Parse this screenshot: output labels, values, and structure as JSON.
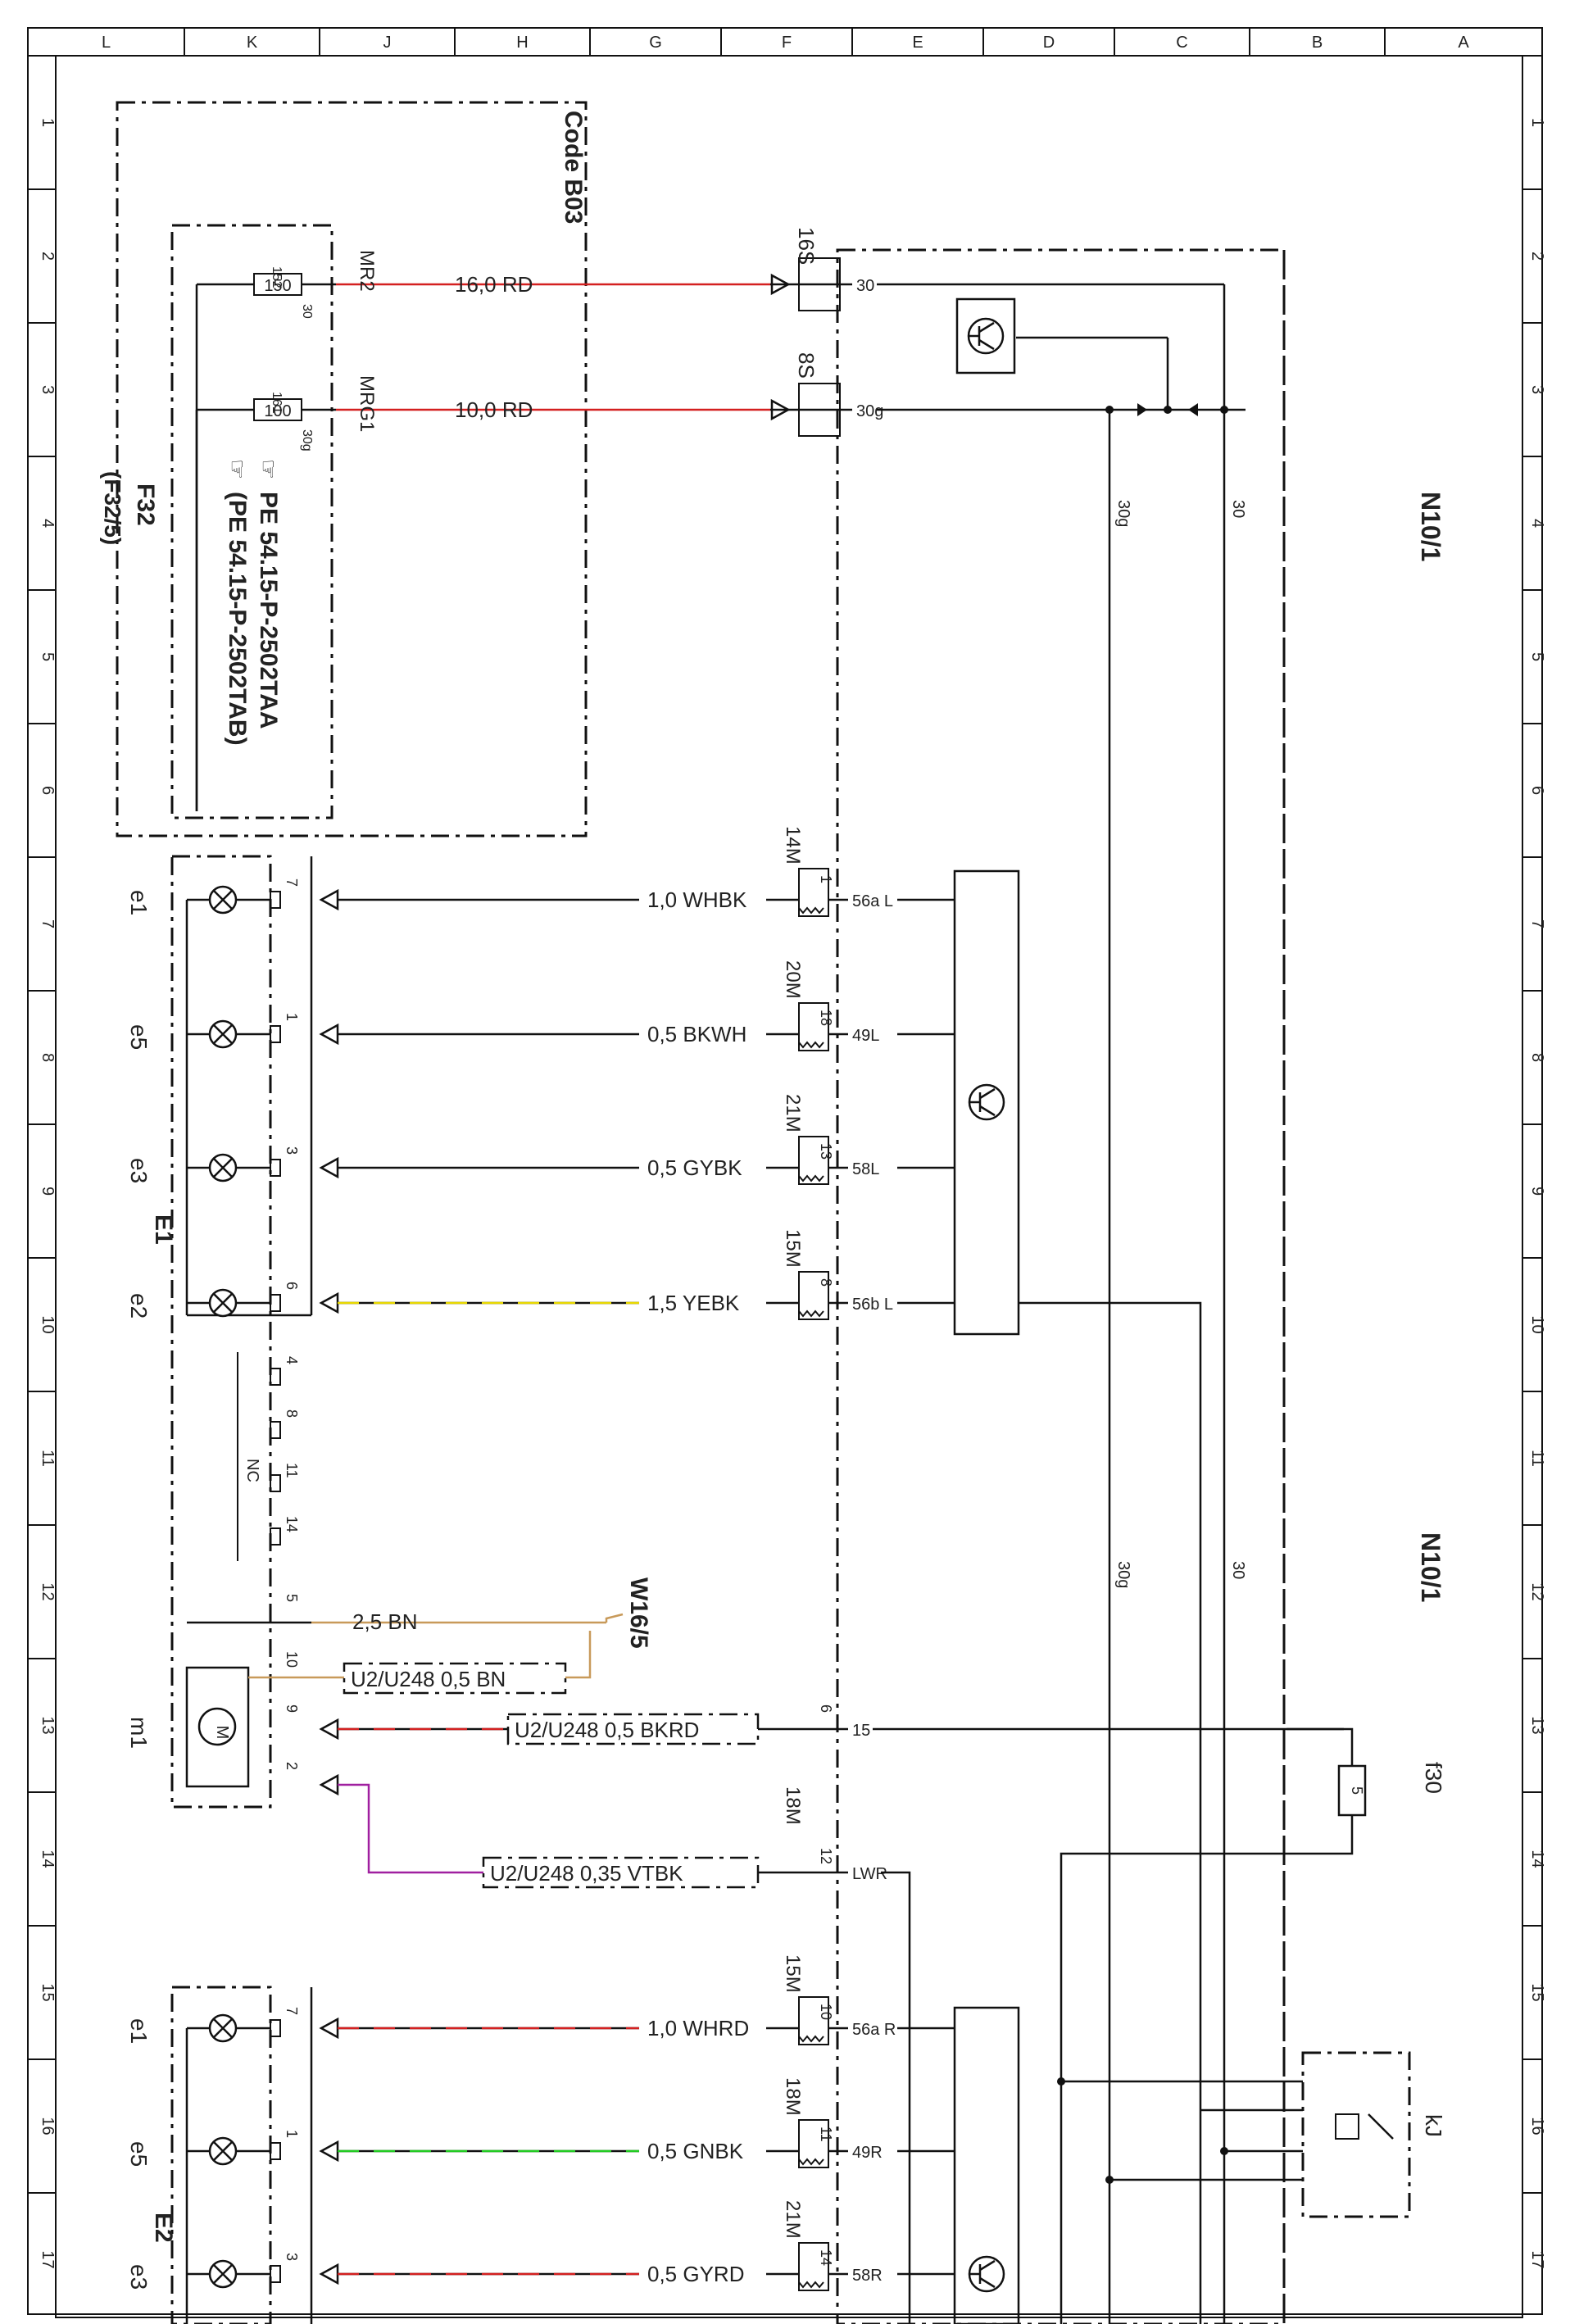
{
  "columns": [
    "L",
    "K",
    "J",
    "H",
    "G",
    "F",
    "E",
    "D",
    "C",
    "B",
    "A"
  ],
  "rows": [
    "1",
    "2",
    "3",
    "4",
    "5",
    "6",
    "7",
    "8",
    "9",
    "10",
    "11",
    "12",
    "13",
    "14",
    "15",
    "16",
    "17"
  ],
  "title_block": {
    "code": "Code B03",
    "fuse_box": "F32",
    "fuse_box_sub": "(F32/5)",
    "ref1": "PE 54.15-P-2502TAA",
    "ref2": "(PE 54.15-P-2502TAB)"
  },
  "modules": {
    "n10_top": "N10/1",
    "n10_bottom": "N10/1"
  },
  "fuses": [
    {
      "label": "MR2",
      "pin_top": "152",
      "value": "150",
      "pin_bot": "30",
      "wire": "16,0 RD",
      "conn": "16S",
      "term": "30"
    },
    {
      "label": "MRG1",
      "pin_top": "161",
      "value": "100",
      "pin_bot": "30g",
      "wire": "10,0 RD",
      "conn": "8S",
      "term": "30g"
    }
  ],
  "rails": {
    "r30g": "30g",
    "r30": "30"
  },
  "e1_group": {
    "label": "E1",
    "circuits": [
      {
        "lamp": "e1",
        "pin": "7",
        "wire": "1,0 WHBK",
        "conn": "14M",
        "cpin": "1",
        "term": "56a L",
        "color": "#111111"
      },
      {
        "lamp": "e5",
        "pin": "1",
        "wire": "0,5 BKWH",
        "conn": "20M",
        "cpin": "18",
        "term": "49L",
        "color": "#111111"
      },
      {
        "lamp": "e3",
        "pin": "3",
        "wire": "0,5 GYBK",
        "conn": "21M",
        "cpin": "13",
        "term": "58L",
        "color": "#111111"
      },
      {
        "lamp": "e2",
        "pin": "6",
        "wire": "1,5 YEBK",
        "conn": "15M",
        "cpin": "8",
        "term": "56b L",
        "color": "#e8d800"
      }
    ],
    "nc": {
      "label": "NC",
      "pins": [
        "4",
        "8",
        "11",
        "14"
      ]
    }
  },
  "motor": {
    "label": "m1",
    "symbol": "M",
    "ground": {
      "pin": "5",
      "wire": "2,5 BN",
      "dest": "W16/5"
    },
    "lines": [
      {
        "pin": "10",
        "wire": "U2/U248  0,5 BN"
      },
      {
        "pin": "9",
        "wire": "U2/U248  0,5 BKRD",
        "cpin": "6",
        "term": "15",
        "conn": "18M"
      },
      {
        "pin": "2",
        "wire": "U2/U248   0,35 VTBK",
        "cpin": "12",
        "term": "LWR"
      }
    ]
  },
  "fuse_f30": {
    "label": "f30",
    "value": "5"
  },
  "relay": {
    "label": "kJ"
  },
  "e2_group": {
    "label": "E2",
    "circuits": [
      {
        "lamp": "e1",
        "pin": "7",
        "wire": "1,0 WHRD",
        "conn": "15M",
        "cpin": "10",
        "term": "56a R"
      },
      {
        "lamp": "e5",
        "pin": "1",
        "wire": "0,5 GNBK",
        "conn": "18M",
        "cpin": "11",
        "term": "49R"
      },
      {
        "lamp": "e3",
        "pin": "3",
        "wire": "0,5 GYRD",
        "conn": "21M",
        "cpin": "14",
        "term": "58R"
      }
    ]
  },
  "wire_colors": {
    "red": "#d42020",
    "yellow": "#e8d800",
    "green": "#22cc22",
    "brown": "#c89a5a",
    "violet": "#a020a0",
    "black": "#111111"
  }
}
